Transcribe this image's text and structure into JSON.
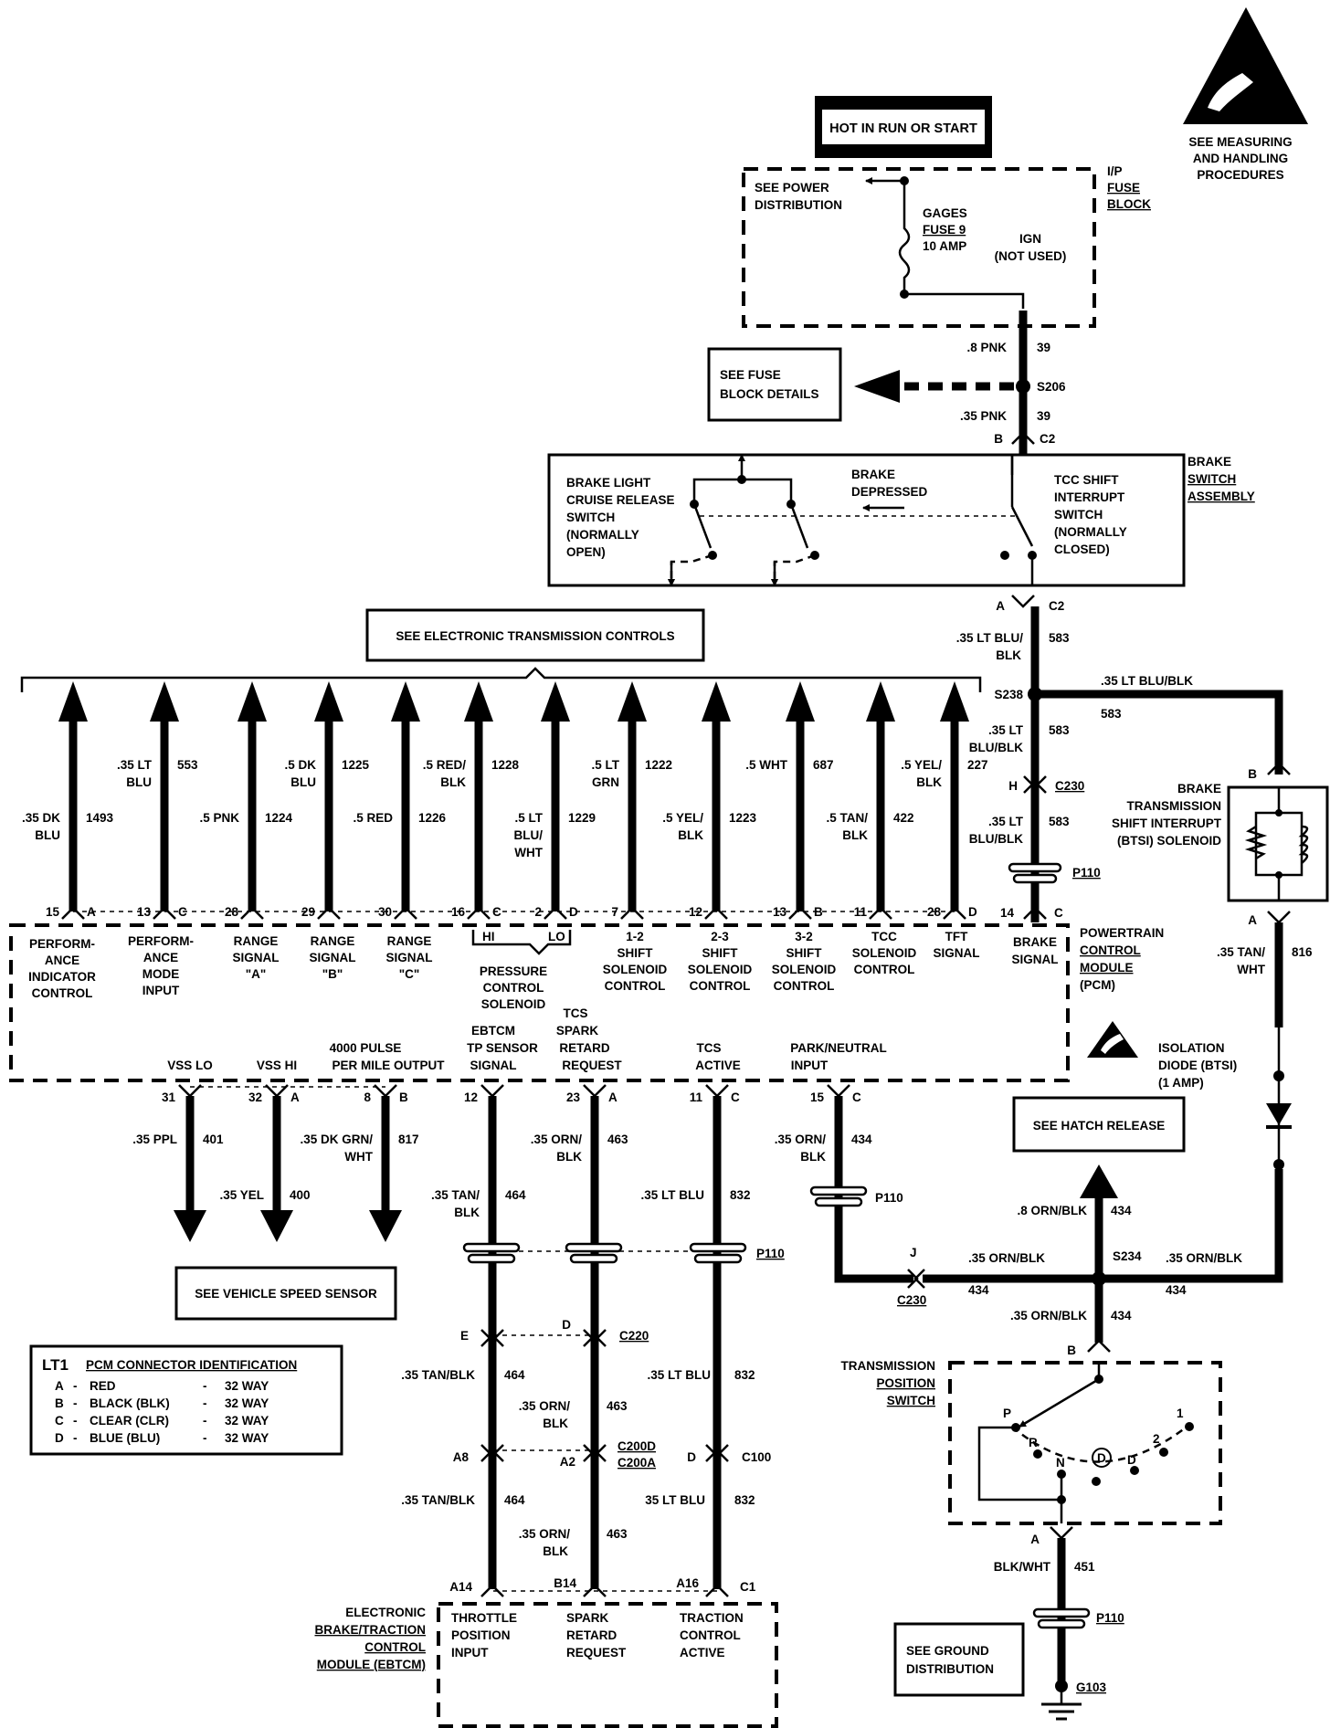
{
  "power": {
    "hot": "HOT IN RUN OR START",
    "see_power_1": "SEE POWER",
    "see_power_2": "DISTRIBUTION",
    "fuse_1": "GAGES",
    "fuse_2": "FUSE 9",
    "fuse_3": "10 AMP",
    "ign_1": "IGN",
    "ign_2": "(NOT USED)",
    "ip_1": "I/P",
    "ip_2": "FUSE",
    "ip_3": "BLOCK"
  },
  "esd": {
    "l1": "SEE MEASURING",
    "l2": "AND HANDLING",
    "l3": "PROCEDURES"
  },
  "fuse_block_details": {
    "l1": "SEE FUSE",
    "l2": "BLOCK DETAILS"
  },
  "wire_39": {
    "w1": ".8 PNK",
    "n1": "39",
    "splice": "S206",
    "w2": ".35 PNK",
    "n2": "39",
    "pin": "B",
    "conn": "C2"
  },
  "brake_switch": {
    "bl_1": "BRAKE LIGHT",
    "bl_2": "CRUISE RELEASE",
    "bl_3": "SWITCH",
    "bl_4": "(NORMALLY",
    "bl_5": "OPEN)",
    "dep_1": "BRAKE",
    "dep_2": "DEPRESSED",
    "tcc_1": "TCC SHIFT",
    "tcc_2": "INTERRUPT",
    "tcc_3": "SWITCH",
    "tcc_4": "(NORMALLY",
    "tcc_5": "CLOSED)",
    "asm_1": "BRAKE",
    "asm_2": "SWITCH",
    "asm_3": "ASSEMBLY",
    "pin": "A",
    "conn": "C2"
  },
  "etc": "SEE ELECTRONIC TRANSMISSION CONTROLS",
  "wire_583": {
    "w1a": ".35 LT BLU/",
    "w1b": "BLK",
    "n1": "583",
    "splice": "S238",
    "w2": ".35 LT BLU/BLK",
    "n2": "583",
    "w3a": ".35 LT",
    "w3b": "BLU/BLK",
    "n3": "583",
    "pin_h": "H",
    "c230": "C230",
    "w4a": ".35 LT",
    "w4b": "BLU/BLK",
    "n4": "583",
    "p110": "P110"
  },
  "btsi": {
    "pin_b": "B",
    "l1": "BRAKE",
    "l2": "TRANSMISSION",
    "l3": "SHIFT INTERRUPT",
    "l4": "(BTSI) SOLENOID",
    "pin_a": "A",
    "w1": ".35 TAN/",
    "w2": "WHT",
    "n": "816",
    "iso_1": "ISOLATION",
    "iso_2": "DIODE (BTSI)",
    "iso_3": "(1 AMP)"
  },
  "top_wires": [
    {
      "c1": ".35 DK",
      "c2": "BLU",
      "num": "1493",
      "pin": "15",
      "letter": "A"
    },
    {
      "c1": ".35 LT",
      "c2": "BLU",
      "num": "553",
      "pin": "13",
      "letter": "C"
    },
    {
      "c1": ".5 PNK",
      "c2": "",
      "num": "1224",
      "pin": "28",
      "letter": ""
    },
    {
      "c1": ".5 DK",
      "c2": "BLU",
      "num": "1225",
      "pin": "29",
      "letter": ""
    },
    {
      "c1": ".5 RED",
      "c2": "",
      "num": "1226",
      "pin": "30",
      "letter": ""
    },
    {
      "c1": ".5 RED/",
      "c2": "BLK",
      "num": "1228",
      "pin": "16",
      "letter": "C"
    },
    {
      "c1": ".5 LT",
      "c2": "BLU/",
      "c3": "WHT",
      "num": "1229",
      "pin": "2",
      "letter": "D"
    },
    {
      "c1": ".5 LT",
      "c2": "GRN",
      "num": "1222",
      "pin": "7",
      "letter": ""
    },
    {
      "c1": ".5 YEL/",
      "c2": "BLK",
      "num": "1223",
      "pin": "12",
      "letter": ""
    },
    {
      "c1": ".5 WHT",
      "c2": "",
      "num": "687",
      "pin": "13",
      "letter": "B"
    },
    {
      "c1": ".5 TAN/",
      "c2": "BLK",
      "num": "422",
      "pin": "11",
      "letter": ""
    },
    {
      "c1": ".5 YEL/",
      "c2": "BLK",
      "num": "227",
      "pin": "28",
      "letter": "D"
    }
  ],
  "pcm_top_labels": {
    "perf_ind": [
      "PERFORM-",
      "ANCE",
      "INDICATOR",
      "CONTROL"
    ],
    "perf_mode": [
      "PERFORM-",
      "ANCE",
      "MODE",
      "INPUT"
    ],
    "range_a": [
      "RANGE",
      "SIGNAL",
      "\"A\""
    ],
    "range_b": [
      "RANGE",
      "SIGNAL",
      "\"B\""
    ],
    "range_c": [
      "RANGE",
      "SIGNAL",
      "\"C\""
    ],
    "hi": "HI",
    "lo": "LO",
    "pcs": [
      "PRESSURE",
      "CONTROL",
      "SOLENOID"
    ],
    "s12": [
      "1-2",
      "SHIFT",
      "SOLENOID",
      "CONTROL"
    ],
    "s23": [
      "2-3",
      "SHIFT",
      "SOLENOID",
      "CONTROL"
    ],
    "s32": [
      "3-2",
      "SHIFT",
      "SOLENOID",
      "CONTROL"
    ],
    "tcc": [
      "TCC",
      "SOLENOID",
      "CONTROL"
    ],
    "tft": [
      "TFT",
      "SIGNAL"
    ],
    "brake": [
      "BRAKE",
      "SIGNAL"
    ],
    "brake_pin": "14",
    "brake_letter": "C",
    "pcm_name": [
      "POWERTRAIN",
      "CONTROL",
      "MODULE",
      "(PCM)"
    ]
  },
  "pcm_bottom_labels": {
    "vss_lo": "VSS LO",
    "vss_hi": "VSS HI",
    "pulse_1": "4000 PULSE",
    "pulse_2": "PER MILE OUTPUT",
    "tp_1": "EBTCM",
    "tp_2": "TP SENSOR",
    "tp_3": "SIGNAL",
    "spark_1": "TCS",
    "spark_2": "SPARK",
    "spark_3": "RETARD",
    "spark_4": "REQUEST",
    "tcs_1": "TCS",
    "tcs_2": "ACTIVE",
    "pn_1": "PARK/NEUTRAL",
    "pn_2": "INPUT"
  },
  "bottom_wires": [
    {
      "pin": "31",
      "letter": "",
      "c1": ".35 PPL",
      "c2": "",
      "num": "401"
    },
    {
      "pin": "32",
      "letter": "A",
      "c1": ".35 YEL",
      "c2": "",
      "num": "400"
    },
    {
      "pin": "8",
      "letter": "B",
      "c1": ".35 DK GRN/",
      "c2": "WHT",
      "num": "817"
    },
    {
      "pin": "12",
      "letter": "",
      "c1": ".35 TAN/",
      "c2": "BLK",
      "num": "464"
    },
    {
      "pin": "23",
      "letter": "A",
      "c1": ".35 ORN/",
      "c2": "BLK",
      "num": "463"
    },
    {
      "pin": "11",
      "letter": "C",
      "c1": ".35 LT BLU",
      "c2": "",
      "num": "832"
    },
    {
      "pin": "15",
      "letter": "C",
      "c1": ".35 ORN/",
      "c2": "BLK",
      "num": "434"
    }
  ],
  "vss_box": "SEE VEHICLE SPEED SENSOR",
  "hatch": "SEE HATCH RELEASE",
  "p110": "P110",
  "lower_conn": {
    "e": "E",
    "d": "D",
    "c220": "C220",
    "w_tan": ".35 TAN/BLK",
    "n_tan": "464",
    "w_orn1": ".35 ORN/",
    "w_orn2": "BLK",
    "n_orn": "463",
    "w_blu": ".35 LT BLU",
    "n_blu": "832",
    "a8": "A8",
    "a2": "A2",
    "c200d": "C200D",
    "c200a": "C200A",
    "d2": "D",
    "c100": "C100",
    "w_tan2": ".35 TAN/BLK",
    "w_blu2": "35 LT BLU",
    "a14": "A14",
    "b14": "B14",
    "a16": "A16",
    "c1": "C1"
  },
  "ebtcm": {
    "name": [
      "ELECTRONIC",
      "BRAKE/TRACTION",
      "CONTROL",
      "MODULE (EBTCM)"
    ],
    "throttle": [
      "THROTTLE",
      "POSITION",
      "INPUT"
    ],
    "spark": [
      "SPARK",
      "RETARD",
      "REQUEST"
    ],
    "traction": [
      "TRACTION",
      "CONTROL",
      "ACTIVE"
    ]
  },
  "wire_434": {
    "w1": ".8 ORN/BLK",
    "n1": "434",
    "j": "J",
    "c230": "C230",
    "w2": ".35 ORN/BLK",
    "n2": "434",
    "splice": "S234",
    "w3": ".35 ORN/BLK",
    "n3": "434",
    "w4": ".35 ORN/BLK",
    "n4": "434",
    "pin_b": "B"
  },
  "tps": {
    "name": [
      "TRANSMISSION",
      "POSITION",
      "SWITCH"
    ],
    "p": "P",
    "r": "R",
    "n": "N",
    "od": "D",
    "d": "D",
    "two": "2",
    "one": "1",
    "pin_a": "A",
    "wire": "BLK/WHT",
    "num": "451",
    "p110": "P110"
  },
  "ground": {
    "l1": "SEE GROUND",
    "l2": "DISTRIBUTION",
    "g": "G103"
  },
  "connector_id": {
    "title": "LT1",
    "subtitle": "PCM CONNECTOR IDENTIFICATION",
    "rows": [
      {
        "k": "A",
        "c": "RED",
        "w": "32 WAY"
      },
      {
        "k": "B",
        "c": "BLACK (BLK)",
        "w": "32 WAY"
      },
      {
        "k": "C",
        "c": "CLEAR (CLR)",
        "w": "32 WAY"
      },
      {
        "k": "D",
        "c": "BLUE (BLU)",
        "w": "32 WAY"
      }
    ]
  }
}
